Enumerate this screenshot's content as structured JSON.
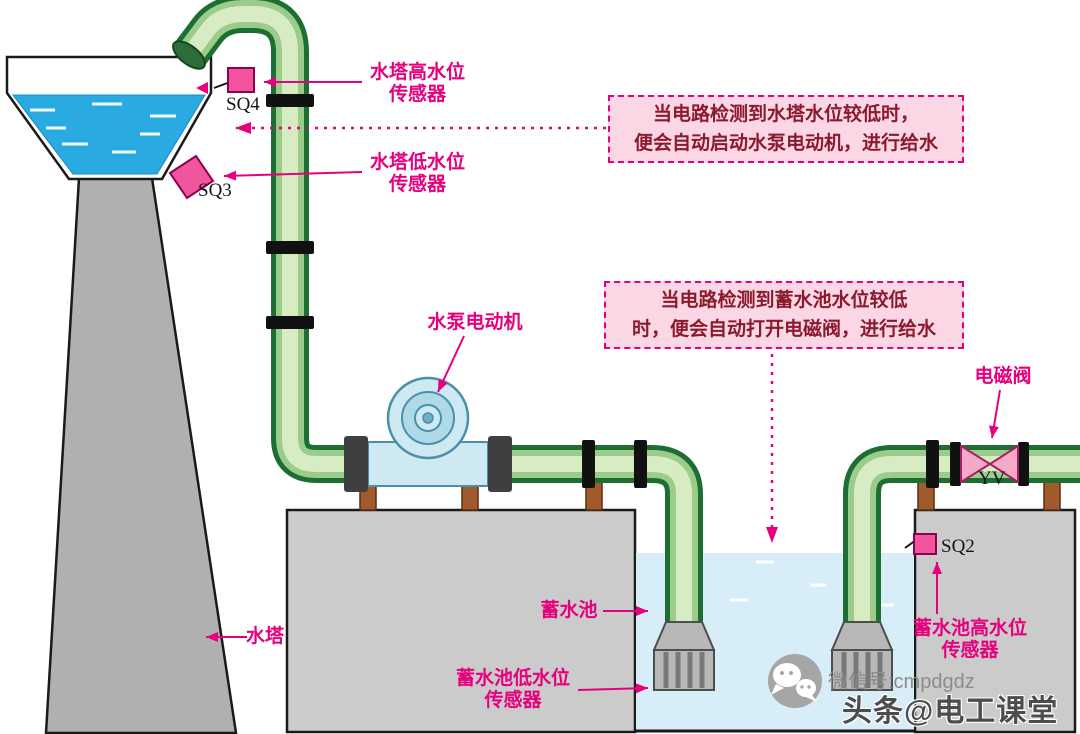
{
  "labels": {
    "tower_high_sensor_line1": "水塔高水位",
    "tower_high_sensor_line2": "传感器",
    "tower_low_sensor_line1": "水塔低水位",
    "tower_low_sensor_line2": "传感器",
    "pump_motor": "水泵电动机",
    "water_tower": "水塔",
    "reservoir": "蓄水池",
    "reservoir_low_sensor_line1": "蓄水池低水位",
    "reservoir_low_sensor_line2": "传感器",
    "reservoir_high_sensor_line1": "蓄水池高水位",
    "reservoir_high_sensor_line2": "传感器",
    "solenoid_valve": "电磁阀",
    "sq4": "SQ4",
    "sq3": "SQ3",
    "sq2": "SQ2",
    "yv": "YV"
  },
  "notes": {
    "tower_note_line1": "当电路检测到水塔水位较低时，",
    "tower_note_line2": "便会自动启动水泵电动机，进行给水",
    "reservoir_note_line1": "当电路检测到蓄水池水位较低",
    "reservoir_note_line2": "时，便会自动打开电磁阀，进行给水"
  },
  "watermark": {
    "wechat_id": "微信号:cmpdgdz",
    "channel": "头条@电工课堂"
  },
  "colors": {
    "label_magenta": "#e6007e",
    "note_background": "#fbd7e6",
    "note_text": "#8b1a2e",
    "tank_water_blue": "#29abe2",
    "reservoir_water_blue": "#d7eef9",
    "pipe_dark_green": "#1d6e33",
    "pipe_light_green": "#d8ecc4",
    "structure_gray": "#b0b0b0",
    "platform_gray": "#cbcbcb",
    "pump_blue": "#cfe9f2",
    "sensor_pink": "#f0559e",
    "valve_pink": "#f6a8c9"
  }
}
